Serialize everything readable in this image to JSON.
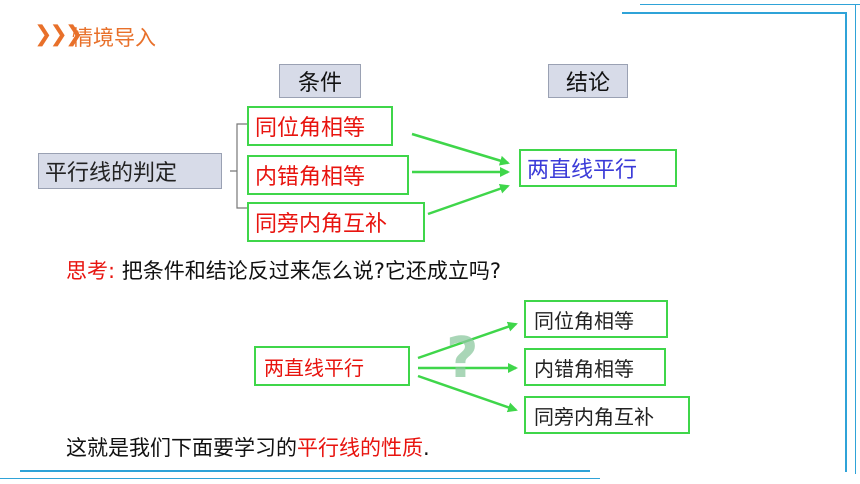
{
  "header": {
    "chevrons": "❯❯❯",
    "title": "情境导入"
  },
  "diagram1": {
    "condition_header": "条件",
    "conclusion_header": "结论",
    "topic": "平行线的判定",
    "conditions": [
      "同位角相等",
      "内错角相等",
      "同旁内角互补"
    ],
    "conclusion": "两直线平行"
  },
  "thinking": {
    "label": "思考:",
    "question": "把条件和结论反过来怎么说?它还成立吗?"
  },
  "diagram2": {
    "premise": "两直线平行",
    "question_mark": "?",
    "results": [
      "同位角相等",
      "内错角相等",
      "同旁内角互补"
    ]
  },
  "summary": {
    "prefix": "这就是我们下面要学习的",
    "highlight": "平行线的性质",
    "suffix": "."
  },
  "colors": {
    "accent": "#e8702a",
    "green": "#3fd64a",
    "red": "#e8140f",
    "blue": "#3b3bd8",
    "frame": "#2fa3d8"
  }
}
